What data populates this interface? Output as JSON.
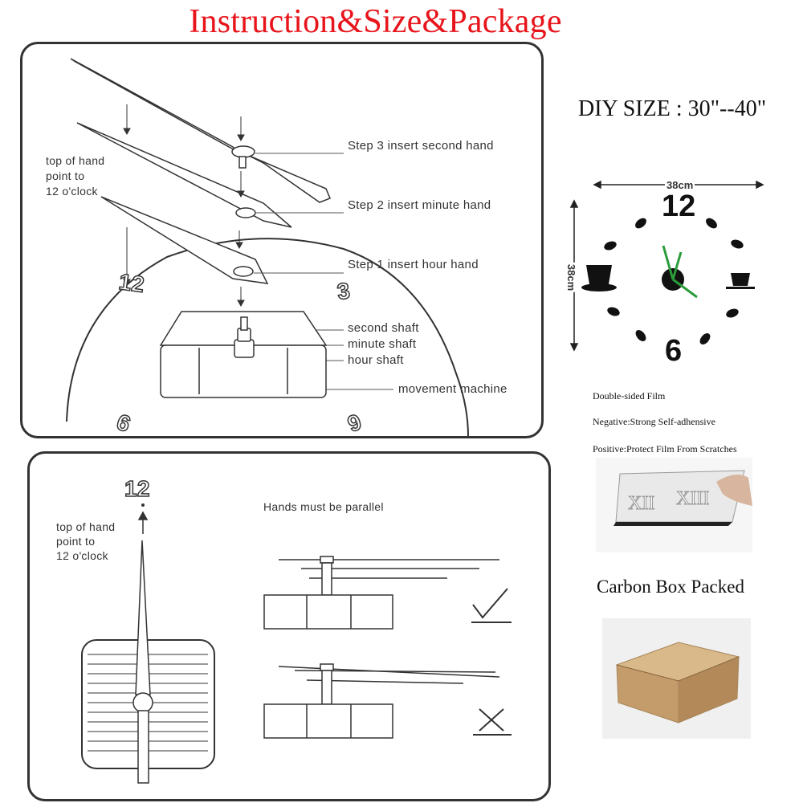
{
  "title": "Instruction&Size&Package",
  "instructions": {
    "top_of_hand": [
      "top of hand",
      "point to",
      "12 o'clock"
    ],
    "step3": "Step 3   insert second hand",
    "step2": "Step 2   insert minute hand",
    "step1": "Step 1   insert hour hand",
    "second_shaft": "second shaft",
    "minute_shaft": "minute shaft",
    "hour_shaft": "hour shaft",
    "movement": "movement  machine",
    "numerals": [
      "12",
      "3",
      "6",
      "9"
    ]
  },
  "alignment": {
    "top_of_hand": [
      "top of hand",
      "point to",
      "12 o'clock"
    ],
    "twelve": "12",
    "parallel": "Hands must be parallel"
  },
  "size": {
    "diy": "DIY SIZE : 30\"--40\"",
    "width": "38cm",
    "height": "38cm",
    "numerals": [
      "12",
      "6"
    ]
  },
  "film": {
    "title": "Double-sided Film",
    "negative": "Negative:Strong Self-adhensive",
    "positive": "Positive:Protect Film From Scratches"
  },
  "package": {
    "label": "Carbon Box Packed"
  },
  "colors": {
    "title": "#e8141b",
    "line": "#333333",
    "hands": "#1a8f2a",
    "box": "#c9a574"
  }
}
